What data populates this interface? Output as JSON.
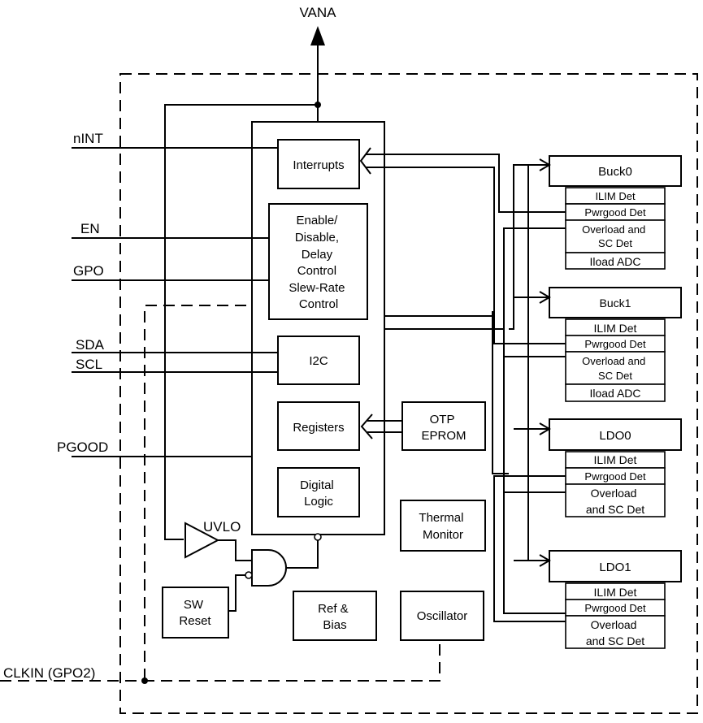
{
  "signals": {
    "vana": "VANA",
    "nint": "nINT",
    "en": "EN",
    "gpo": "GPO",
    "sda": "SDA",
    "scl": "SCL",
    "pgood": "PGOOD",
    "clkin": "CLKIN (GPO2)",
    "uvlo": "UVLO"
  },
  "core": {
    "interrupts": "Interrupts",
    "enable_lines": [
      "Enable/",
      "Disable,",
      "Delay",
      "Control",
      "Slew-Rate",
      "Control"
    ],
    "i2c": "I2C",
    "registers": "Registers",
    "digital_logic": [
      "Digital",
      "Logic"
    ],
    "otp": [
      "OTP",
      "EPROM"
    ],
    "thermal": [
      "Thermal",
      "Monitor"
    ],
    "sw_reset": [
      "SW",
      "Reset"
    ],
    "ref_bias": [
      "Ref &",
      "Bias"
    ],
    "oscillator": "Oscillator"
  },
  "regulators": [
    {
      "name": "Buck0",
      "ilim": "ILIM Det",
      "pwrgood": "Pwrgood Det",
      "overload": [
        "Overload and",
        "SC Det"
      ],
      "extra": "Iload ADC"
    },
    {
      "name": "Buck1",
      "ilim": "ILIM Det",
      "pwrgood": "Pwrgood Det",
      "overload": [
        "Overload and",
        "SC Det"
      ],
      "extra": "Iload ADC"
    },
    {
      "name": "LDO0",
      "ilim": "ILIM Det",
      "pwrgood": "Pwrgood Det",
      "overload": [
        "Overload",
        "and SC Det"
      ]
    },
    {
      "name": "LDO1",
      "ilim": "ILIM Det",
      "pwrgood": "Pwrgood Det",
      "overload": [
        "Overload",
        "and SC Det"
      ]
    }
  ]
}
